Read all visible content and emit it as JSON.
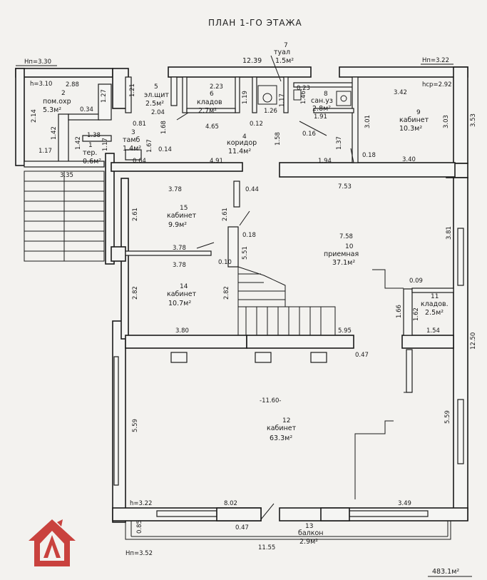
{
  "plan": {
    "title": "ПЛАН 1-ГО ЭТАЖА",
    "total_area": "483.1м²",
    "heights": {
      "h_top_left": "Hп=3.30",
      "h_room2": "h=3.10",
      "h_top_right": "Hп=3.22",
      "h_right": "hср=2.92",
      "h_bottom_left": "h=3.22",
      "h_bottom": "Hп=3.52"
    },
    "rooms": [
      {
        "num": "1",
        "name": "тер.",
        "area": "0.6м²"
      },
      {
        "num": "2",
        "name": "пом.охр",
        "area": "5.3м²"
      },
      {
        "num": "3",
        "name": "тамб",
        "area": "1.4м²"
      },
      {
        "num": "4",
        "name": "коридор",
        "area": "11.4м²"
      },
      {
        "num": "5",
        "name": "эл.щит",
        "area": "2.5м²"
      },
      {
        "num": "6",
        "name": "кладов",
        "area": "2.7м²"
      },
      {
        "num": "7",
        "name": "туал",
        "area": "1.5м²"
      },
      {
        "num": "8",
        "name": "сан.уз",
        "area": "2.8м²"
      },
      {
        "num": "9",
        "name": "кабинет",
        "area": "10.3м²"
      },
      {
        "num": "10",
        "name": "приемная",
        "area": "37.1м²"
      },
      {
        "num": "11",
        "name": "кладов.",
        "area": "2.5м²"
      },
      {
        "num": "12",
        "name": "кабинет",
        "area": "63.3м²"
      },
      {
        "num": "13",
        "name": "балкон",
        "area": "2.9м²"
      },
      {
        "num": "14",
        "name": "кабинет",
        "area": "10.7м²"
      },
      {
        "num": "15",
        "name": "кабинет",
        "area": "9.9м²"
      }
    ],
    "dims": {
      "d12_39": "12.39",
      "d2_88": "2.88",
      "d0_34": "0.34",
      "d1_27": "1.27",
      "d2_14": "2.14",
      "d1_42a": "1.42",
      "d1_42b": "1.42",
      "d1_38": "1.38",
      "d1_17a": "1.17",
      "d1_17b": "1.17",
      "d3_35": "3.35",
      "d1_21": "1.21",
      "d0_81": "0.81",
      "d1_68": "1.68",
      "d2_04": "2.04",
      "d1_67": "1.67",
      "d0_14": "0.14",
      "d0_64": "0.64",
      "d2_23": "2.23",
      "d1_19": "1.19",
      "d4_65": "4.65",
      "d0_12": "0.12",
      "d1_26": "1.26",
      "d1_17c": "1.17",
      "d1_58": "1.58",
      "d4_91": "4.91",
      "d0_23": "0.23",
      "d1_46": "1.46",
      "d1_91": "1.91",
      "d0_16": "0.16",
      "d1_37": "1.37",
      "d1_94": "1.94",
      "d0_18a": "0.18",
      "d3_42": "3.42",
      "d3_01": "3.01",
      "d3_03": "3.03",
      "d3_40": "3.40",
      "d3_53": "3.53",
      "d7_53": "7.53",
      "d7_58": "7.58",
      "d3_81": "3.81",
      "d3_78a": "3.78",
      "d2_61a": "2.61",
      "d2_61b": "2.61",
      "d0_44": "0.44",
      "d3_78b": "3.78",
      "d3_78c": "3.78",
      "d0_18b": "0.18",
      "d5_51": "5.51",
      "d0_10": "0.10",
      "d2_82a": "2.82",
      "d2_82b": "2.82",
      "d3_80": "3.80",
      "d0_09": "0.09",
      "d1_66": "1.66",
      "d1_62": "1.62",
      "d1_54": "1.54",
      "d5_95": "5.95",
      "d0_47a": "0.47",
      "d12_50": "12.50",
      "d11_60": "-11.60-",
      "d5_59a": "5.59",
      "d5_59b": "5.59",
      "d8_02": "8.02",
      "d3_49": "3.49",
      "d0_47b": "0.47",
      "d0_85": "0.85",
      "d11_55": "11.55"
    }
  }
}
